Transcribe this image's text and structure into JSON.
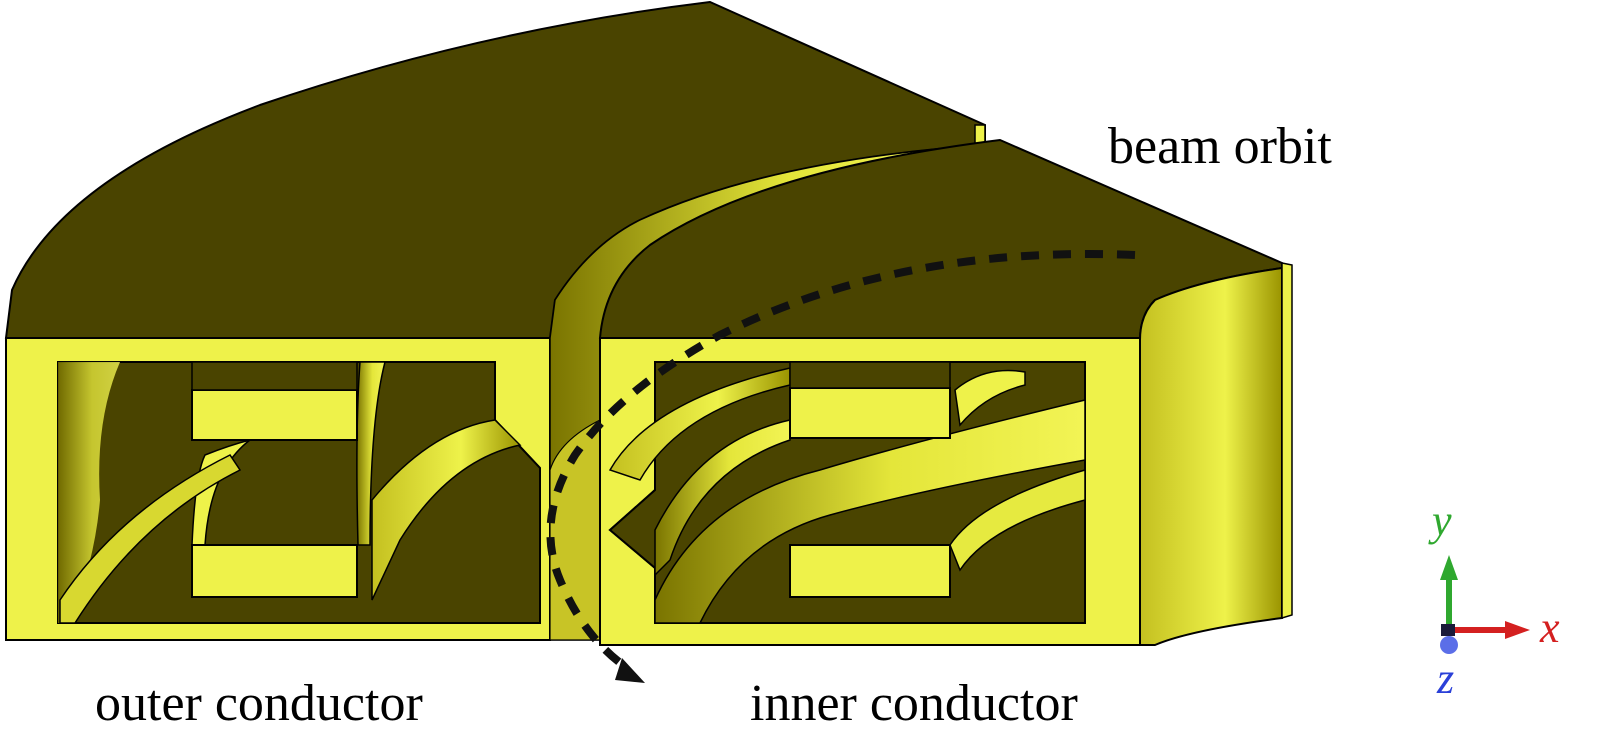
{
  "labels": {
    "beam_orbit": "beam orbit",
    "outer_conductor": "outer conductor",
    "inner_conductor": "inner conductor"
  },
  "axes": {
    "x": "x",
    "y": "y",
    "z": "z"
  },
  "colors": {
    "conductor_face": "#eef24a",
    "conductor_dark": "#4a4400",
    "outline": "#000000",
    "beam_orbit_line": "#111111",
    "axis_x": "#d42020",
    "axis_y": "#2fa82f",
    "axis_z": "#2a40d8"
  }
}
